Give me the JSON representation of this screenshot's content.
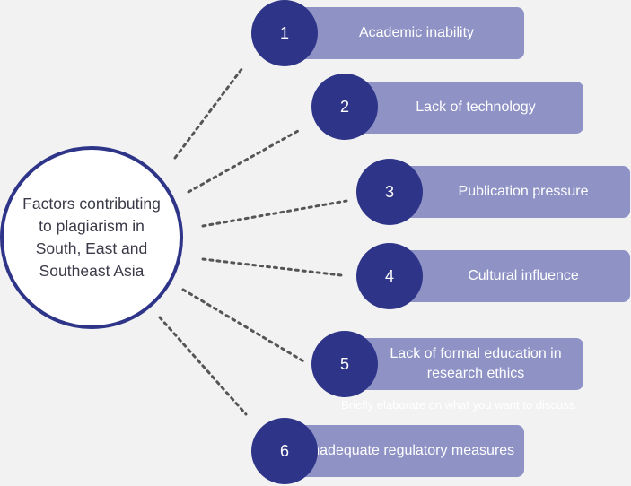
{
  "hub": {
    "label": "Factors contributing to plagiarism in South, East and Southeast Asia"
  },
  "factors": [
    {
      "number": "1",
      "label": "Academic inability"
    },
    {
      "number": "2",
      "label": "Lack of technology"
    },
    {
      "number": "3",
      "label": "Publication pressure"
    },
    {
      "number": "4",
      "label": "Cultural influence"
    },
    {
      "number": "5",
      "label": "Lack of formal education in research ethics"
    },
    {
      "number": "6",
      "label": "Inadequate regulatory measures"
    }
  ],
  "placeholder_note": "Briefly elaborate on what you want to discuss.",
  "colors": {
    "hub_border": "#2e3588",
    "badge": "#2e3588",
    "bar": "#8e92c5",
    "connector": "#555555",
    "background": "#f3f2f3"
  }
}
